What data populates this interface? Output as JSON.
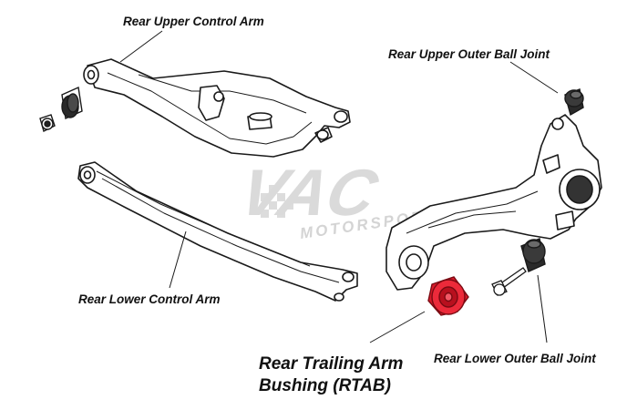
{
  "labels": {
    "rear_upper_control_arm": "Rear Upper Control Arm",
    "rear_upper_outer_ball_joint": "Rear Upper Outer Ball Joint",
    "rear_lower_control_arm": "Rear Lower Control Arm",
    "rear_trailing_arm_bushing_line1": "Rear Trailing Arm",
    "rear_trailing_arm_bushing_line2": "Bushing (RTAB)",
    "rear_lower_outer_ball_joint": "Rear Lower Outer Ball Joint"
  },
  "watermark": {
    "brand": "VAC",
    "sub": "MOTORSPORTS"
  },
  "colors": {
    "highlight": "#e8192c",
    "line": "#1a1a1a",
    "watermark": "#d4d4d4"
  }
}
